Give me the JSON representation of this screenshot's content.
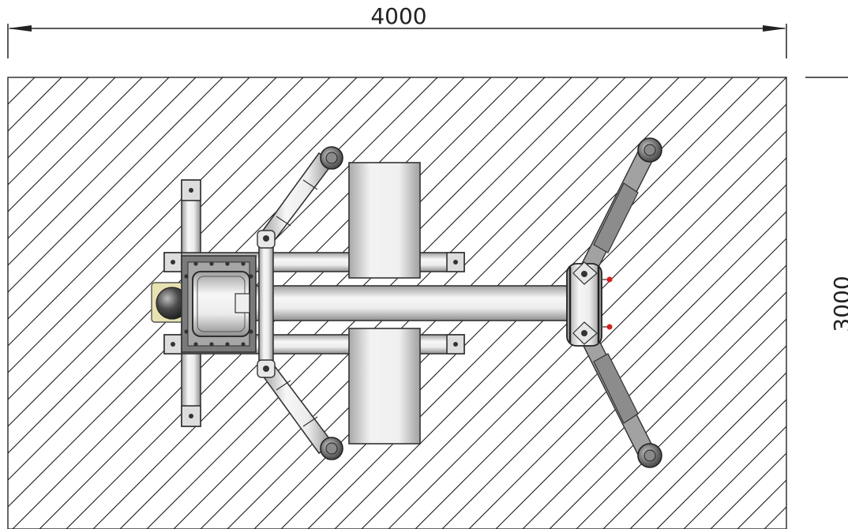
{
  "dimensions": {
    "width_label": "4000",
    "height_label": "3000"
  },
  "colors": {
    "hatch": "#1a1a1a",
    "frame": "#4a4a4a",
    "bolt": "#333333",
    "base_plate": "#e8e2b0",
    "red_marker": "#d42020",
    "tube_light": "#f5f5f5",
    "tube_dark": "#b8b8b8",
    "strut": "#9a9a9a"
  },
  "icons": {
    "safety_area": "hatched-rectangle",
    "wheels": "caster-wheel"
  }
}
